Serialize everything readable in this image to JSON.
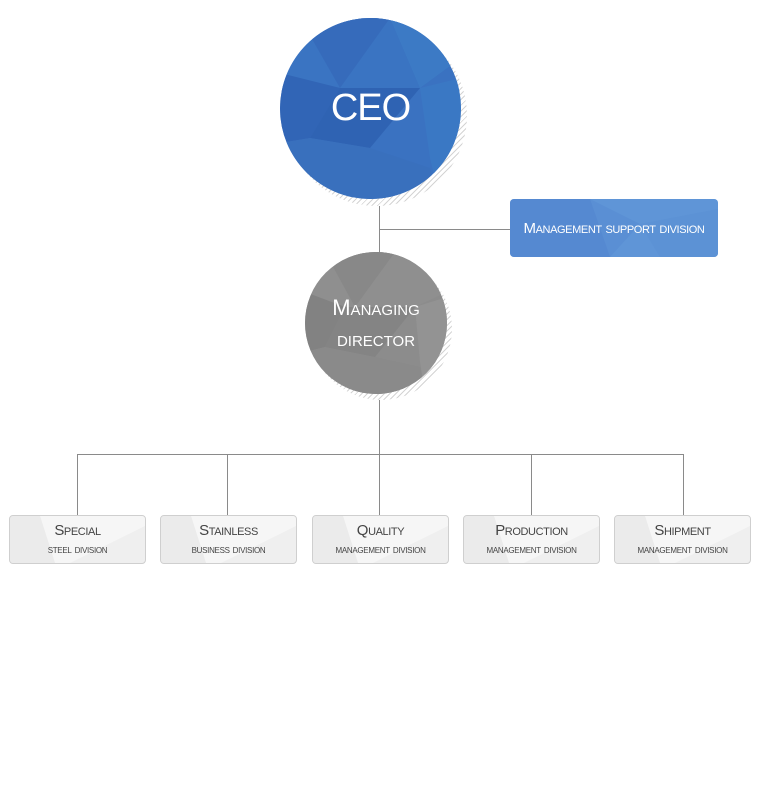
{
  "chart": {
    "ceo": {
      "label": "CEO",
      "color": "#3a72c1"
    },
    "support": {
      "label": "Management support division",
      "color": "#5a8fd4"
    },
    "managing_director": {
      "line1": "Managing",
      "line2": "director",
      "color": "#8c8c8c"
    },
    "divisions": [
      {
        "line1": "Special",
        "line2": "steel division"
      },
      {
        "line1": "Stainless",
        "line2": "business division"
      },
      {
        "line1": "Quality",
        "line2": "management division"
      },
      {
        "line1": "Production",
        "line2": "management division"
      },
      {
        "line1": "Shipment",
        "line2": "management division"
      }
    ],
    "connector_color": "#8a8a8a"
  }
}
